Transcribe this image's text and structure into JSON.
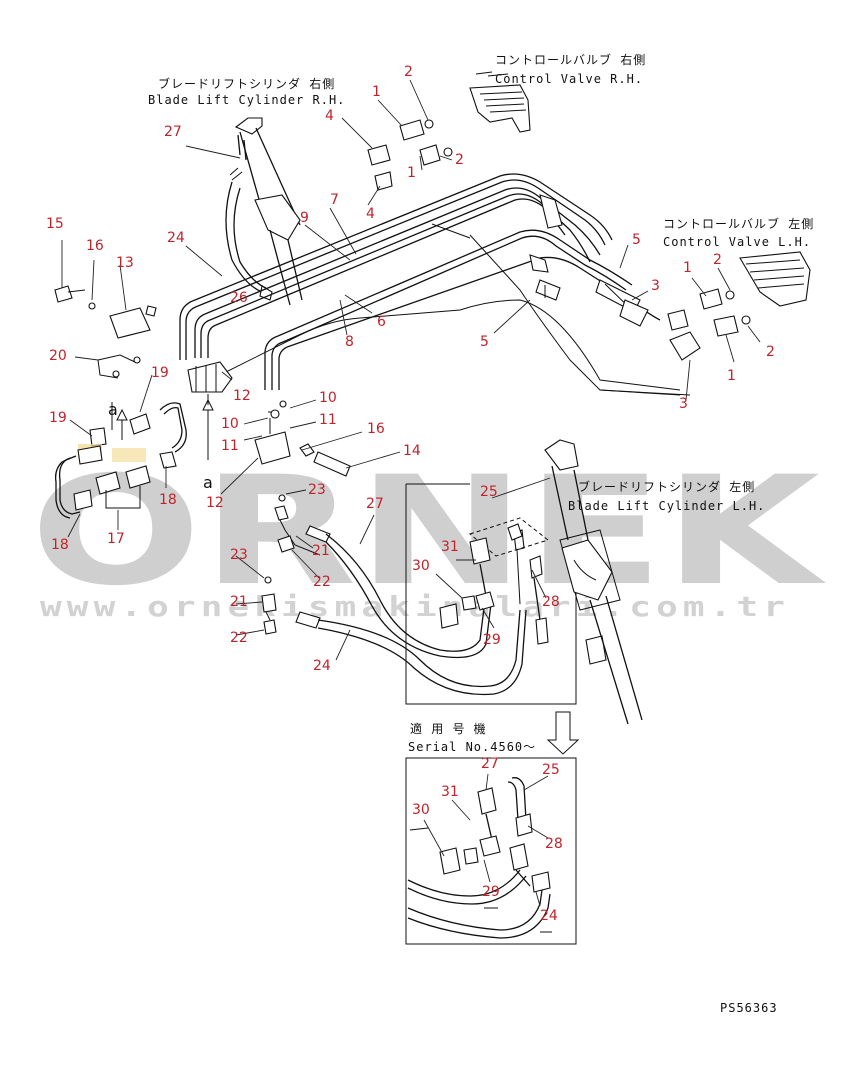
{
  "captions": {
    "blade_rh_jp": "ブレードリフトシリンダ 右側",
    "blade_rh_en": "Blade Lift Cylinder R.H.",
    "cv_rh_jp": "コントロールバルブ 右側",
    "cv_rh_en": "Control Valve R.H.",
    "cv_lh_jp": "コントロールバルブ 左側",
    "cv_lh_en": "Control Valve L.H.",
    "blade_lh_jp": "ブレードリフトシリンダ 左側",
    "blade_lh_en": "Blade Lift Cylinder L.H.",
    "applicable_jp": "適 用 号 機",
    "serial": "Serial No.4560～",
    "view_a1": "a",
    "view_a2": "a",
    "part_code": "PS56363"
  },
  "watermark": {
    "brand": "ORNEK",
    "url": "www.ornekismakinalari.com.tr"
  },
  "part_numbers": [
    "1",
    "1",
    "1",
    "1",
    "2",
    "2",
    "2",
    "2",
    "3",
    "3",
    "4",
    "4",
    "5",
    "5",
    "6",
    "7",
    "8",
    "9",
    "10",
    "10",
    "11",
    "11",
    "12",
    "12",
    "13",
    "14",
    "15",
    "16",
    "16",
    "17",
    "18",
    "18",
    "19",
    "19",
    "20",
    "21",
    "21",
    "22",
    "22",
    "23",
    "23",
    "24",
    "24",
    "24",
    "25",
    "25",
    "26",
    "27",
    "27",
    "27",
    "28",
    "28",
    "29",
    "29",
    "30",
    "30",
    "31",
    "31"
  ],
  "colors": {
    "callout": "#c0242a",
    "line": "#111111",
    "watermark": "#cfcfcf",
    "highlight": "#f3d98a"
  }
}
